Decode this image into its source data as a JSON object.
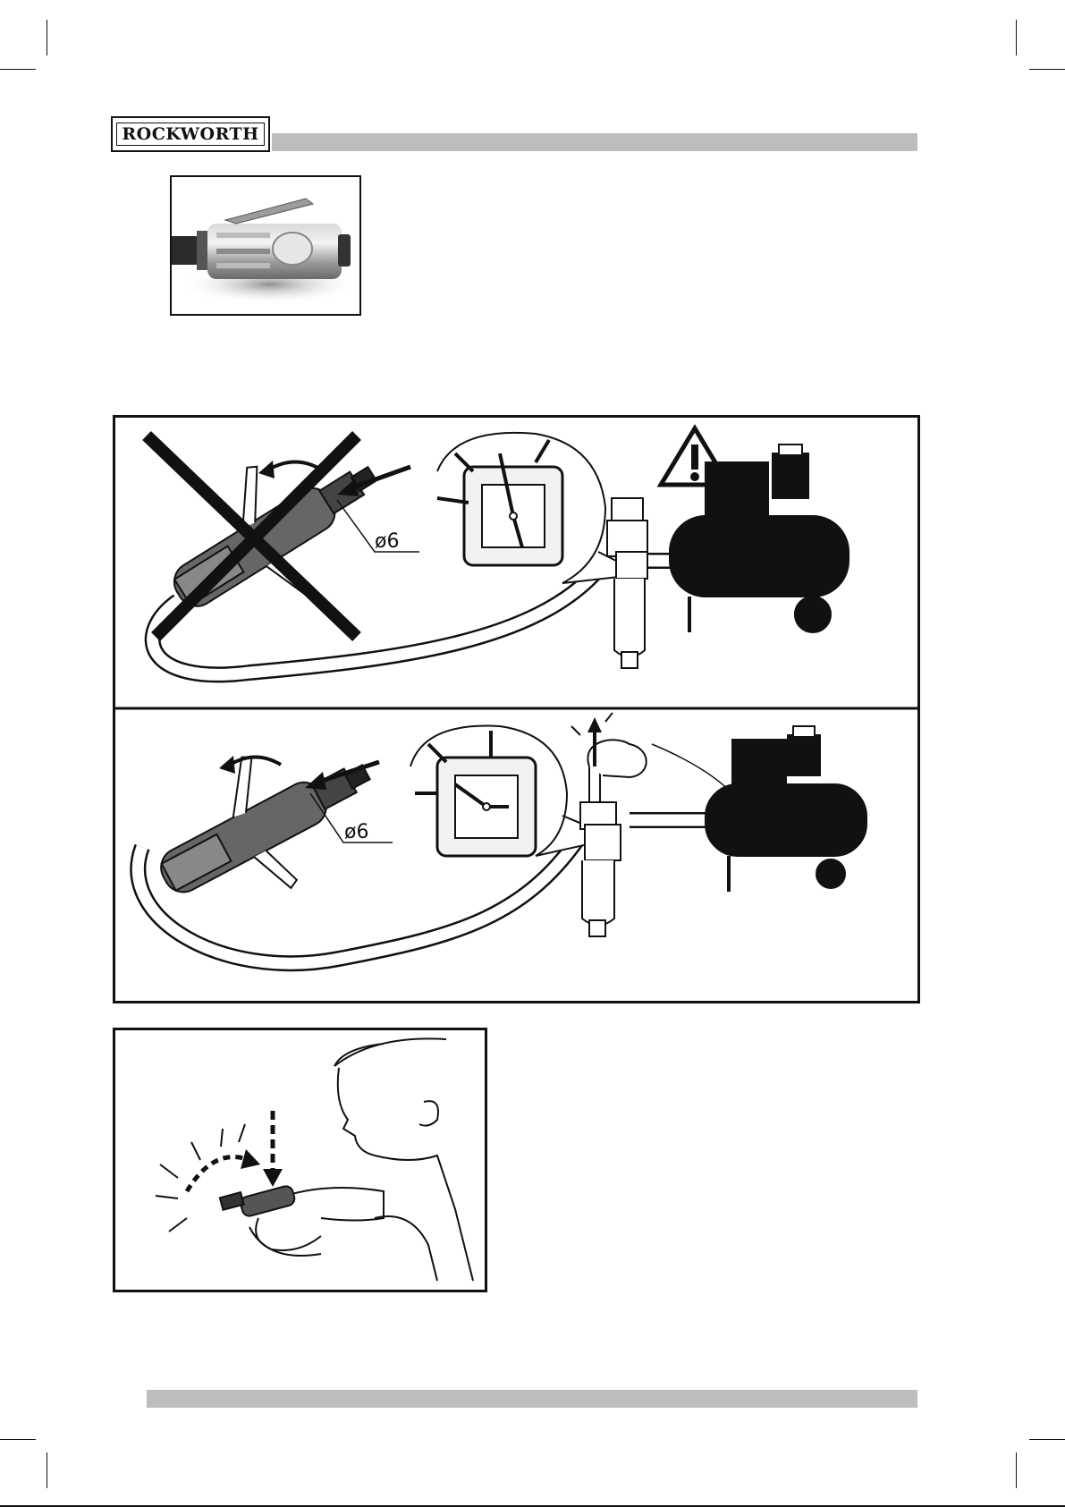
{
  "header": {
    "brand": "ROCKWORTH"
  },
  "figures": {
    "panel_wrong": {
      "diameter_label": "ø6"
    },
    "panel_right": {
      "diameter_label": "ø6"
    }
  },
  "colors": {
    "bar": "#bdbdbd",
    "ink": "#111111"
  }
}
